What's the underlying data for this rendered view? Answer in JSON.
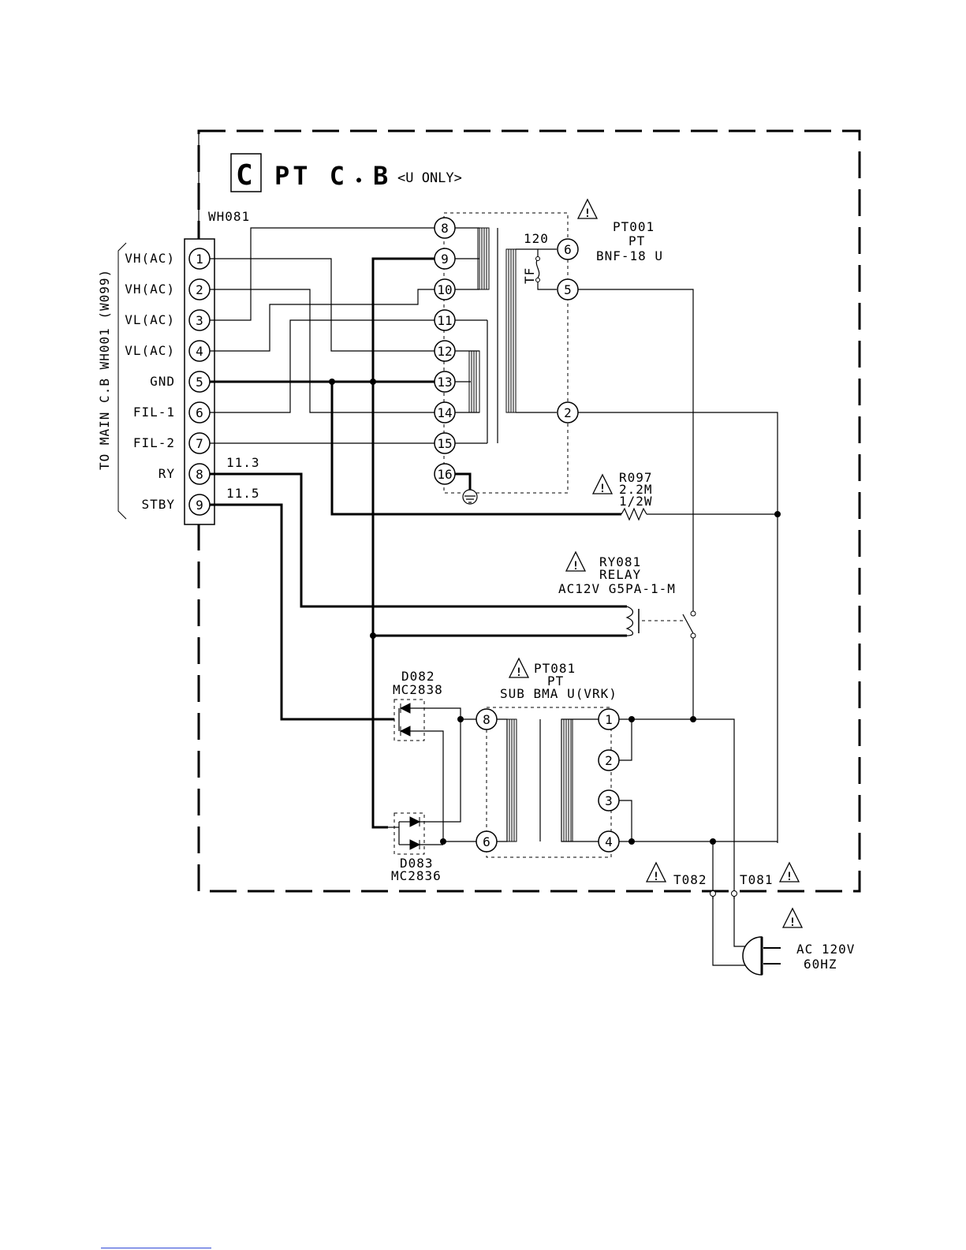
{
  "board": {
    "letter": "C",
    "title": "PT C",
    "title_b": "B",
    "title_dot": "●",
    "note": "<U ONLY>"
  },
  "connector": {
    "ref": "WH081",
    "side_label": "TO MAIN C.B WH001 (W099)",
    "pins": [
      {
        "num": "1",
        "signal": "VH(AC)"
      },
      {
        "num": "2",
        "signal": "VH(AC)"
      },
      {
        "num": "3",
        "signal": "VL(AC)"
      },
      {
        "num": "4",
        "signal": "VL(AC)"
      },
      {
        "num": "5",
        "signal": "GND"
      },
      {
        "num": "6",
        "signal": "FIL-1"
      },
      {
        "num": "7",
        "signal": "FIL-2"
      },
      {
        "num": "8",
        "signal": "RY"
      },
      {
        "num": "9",
        "signal": "STBY"
      }
    ],
    "voltage_ry": "11.3",
    "voltage_stby": "11.5"
  },
  "pt001": {
    "ref": "PT001",
    "type": "PT",
    "part": "BNF-18 U",
    "fuse_value": "120",
    "fuse_label": "TF",
    "sec_pins": [
      "8",
      "9",
      "10",
      "11",
      "12",
      "13",
      "14",
      "15",
      "16"
    ],
    "pri_pins": [
      "6",
      "5",
      "2"
    ]
  },
  "r097": {
    "ref": "R097",
    "value": "2.2M",
    "power": "1/2W"
  },
  "ry081": {
    "ref": "RY081",
    "type": "RELAY",
    "part": "AC12V G5PA-1-M"
  },
  "pt081": {
    "ref": "PT081",
    "type": "PT",
    "part": "SUB BMA U(VRK)",
    "sec_pins": [
      "8",
      "6"
    ],
    "pri_pins": [
      "1",
      "2",
      "3",
      "4"
    ]
  },
  "d082": {
    "ref": "D082",
    "part": "MC2838"
  },
  "d083": {
    "ref": "D083",
    "part": "MC2836"
  },
  "terminals": {
    "t082": "T082",
    "t081": "T081"
  },
  "ac_input": {
    "voltage": "AC 120V",
    "freq": "60HZ"
  },
  "warning_symbol": "!"
}
